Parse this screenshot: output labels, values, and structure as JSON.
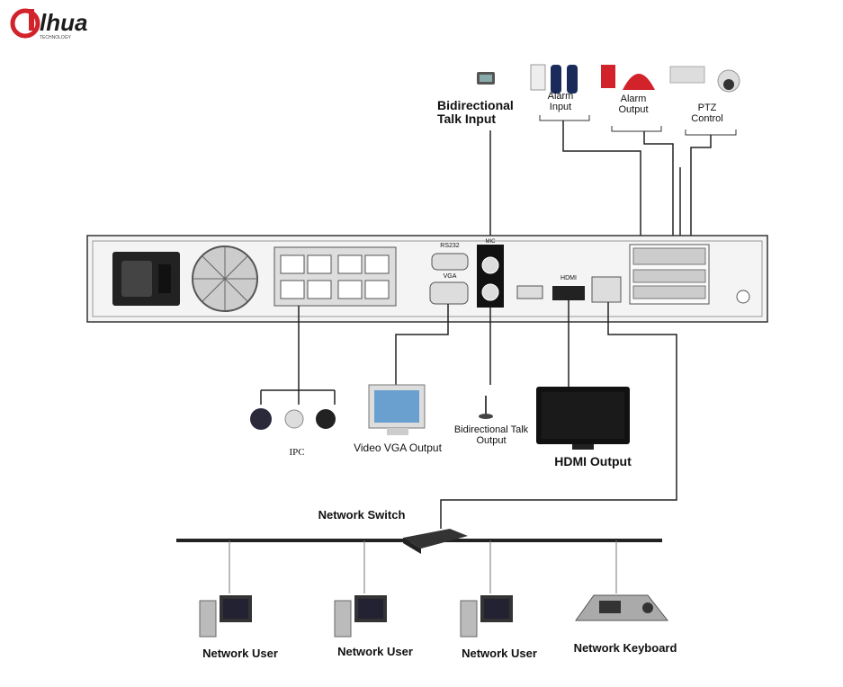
{
  "brand": {
    "logo_text": "alhua",
    "logo_sub": "TECHNOLOGY",
    "accent": "#d2232a",
    "dark": "#1c1c1c"
  },
  "labels": {
    "bidirectional_talk_input": "Bidirectional Talk Input",
    "alarm_input": "Alarm Input",
    "alarm_output": "Alarm Output",
    "ptz_control": "PTZ Control",
    "ipc": "IPC",
    "video_vga_output": "Video VGA Output",
    "bidirectional_talk_output": "Bidirectional Talk Output",
    "hdmi_output": "HDMI Output",
    "network_switch": "Network Switch",
    "network_user": "Network User",
    "network_keyboard": "Network Keyboard"
  },
  "panel_labels": {
    "rs232": "RS232",
    "vga": "VGA",
    "mic": "MIC",
    "hdmi": "HDMI"
  },
  "icons": [
    "monitor-icon",
    "camera-icon",
    "alarm-siren-icon",
    "ptz-dome-icon",
    "computer-icon",
    "keyboard-icon",
    "microphone-icon",
    "switch-icon"
  ]
}
